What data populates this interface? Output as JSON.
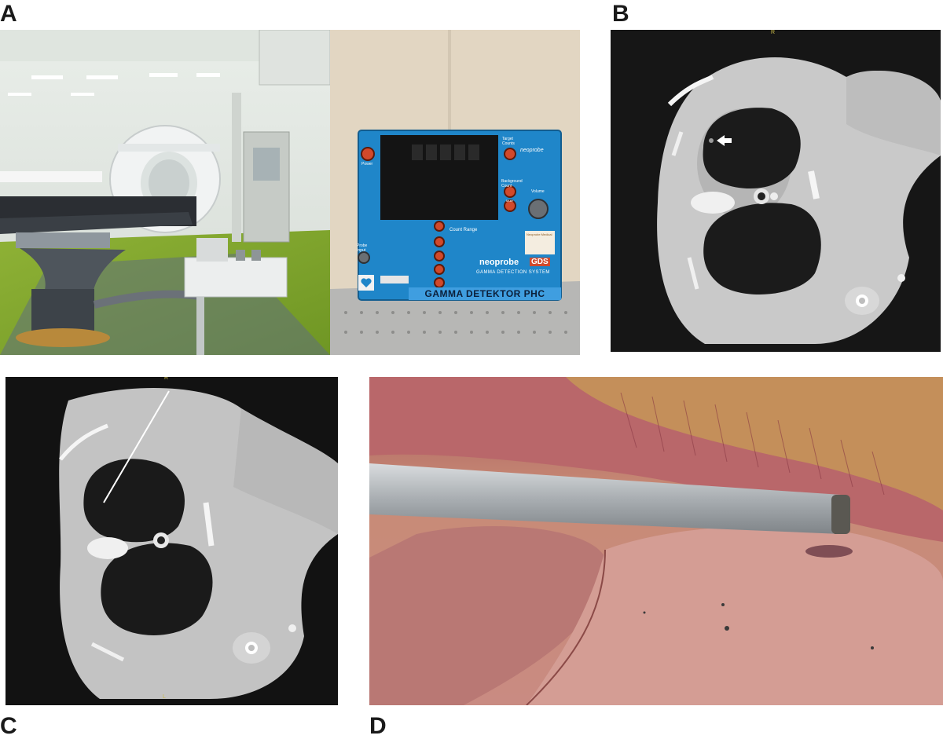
{
  "panels": {
    "a": {
      "label": "A"
    },
    "b": {
      "label": "B",
      "orient_top": "R"
    },
    "c": {
      "label": "C",
      "orient_top": "R",
      "orient_bottom": "L"
    },
    "d": {
      "label": "D"
    }
  },
  "device": {
    "label_power": "Power",
    "brand": "neoprobe",
    "brand_model": "GDS",
    "brand_sub": "GAMMA DETECTION SYSTEM",
    "banner": "GAMMA DETEKTOR PHC",
    "count_range": "Count Range",
    "label_volume": "Volume",
    "label_target": "Target Counts",
    "label_background": "Background Count",
    "label_mute": "Mute",
    "label_probe": "Probe Input",
    "label_vendor": "Neoprobe Medical"
  },
  "colors": {
    "device_blue": "#1f86c9",
    "floor_green": "#7ea52b",
    "tissue_pink": "#c98b82",
    "probe_gray": "#a9aeb2"
  }
}
